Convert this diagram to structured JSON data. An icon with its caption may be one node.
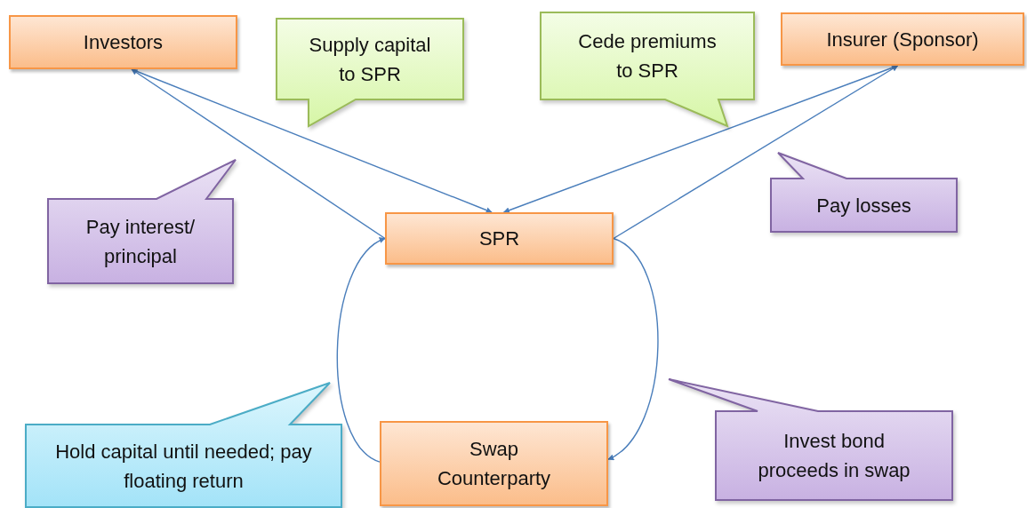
{
  "diagram": {
    "nodes": [
      {
        "text": [
          "Investors"
        ]
      },
      {
        "text": [
          "Supply capital to SPR"
        ]
      },
      {
        "text": [
          "Cede premiums to SPR"
        ]
      },
      {
        "text": [
          "Insurer (Sponsor)"
        ]
      },
      {
        "text": [
          "Pay interest/ principal"
        ]
      },
      {
        "text": [
          "SPR"
        ]
      },
      {
        "text": [
          "Pay losses"
        ]
      },
      {
        "text": [
          "Swap Counterparty"
        ]
      },
      {
        "text": [
          "Hold capital until needed; pay floating return"
        ]
      },
      {
        "text": [
          "Invest bond proceeds in swap"
        ]
      }
    ],
    "edges": [
      {
        "from": 0,
        "to": 5,
        "arrow": "to"
      },
      {
        "from": 5,
        "to": 0,
        "arrow": "to"
      },
      {
        "from": 3,
        "to": 5,
        "arrow": "to"
      },
      {
        "from": 5,
        "to": 3,
        "arrow": "to"
      },
      {
        "from": 5,
        "to": 7,
        "arrow": "to"
      },
      {
        "from": 7,
        "to": 5,
        "arrow": "to"
      }
    ]
  }
}
